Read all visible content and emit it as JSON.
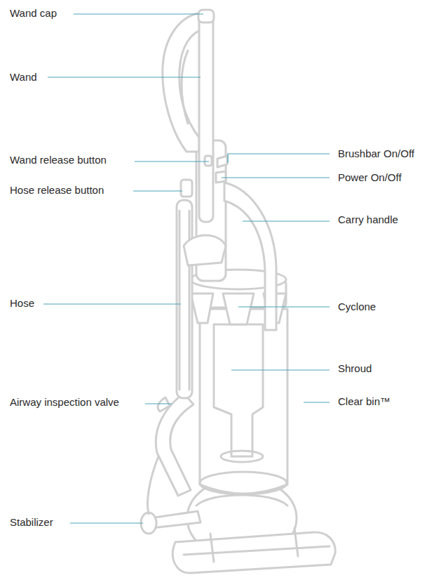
{
  "diagram": {
    "labels": [
      "Wand cap",
      "Wand",
      "Wand release button",
      "Brushbar On/Off",
      "Power On/Off",
      "Hose release button",
      "Carry handle",
      "Hose",
      "Cyclone",
      "Shroud",
      "Airway inspection valve",
      "Clear bin™",
      "Stabilizer"
    ]
  }
}
